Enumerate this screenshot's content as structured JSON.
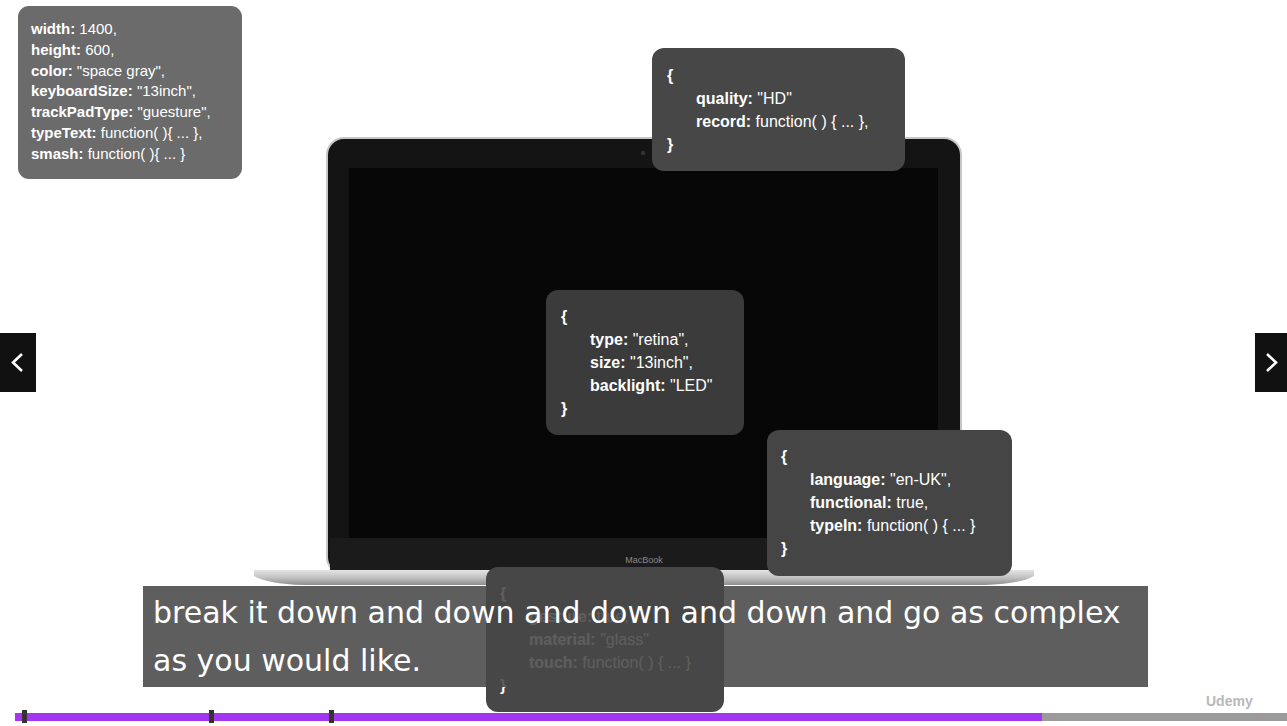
{
  "diagram": {
    "nodes": [
      {
        "text": [
          "width: 1400,",
          "height: 600,",
          "color: \"space gray\",",
          "keyboardSize: \"13inch\",",
          "trackPadType: \"guesture\",",
          "typeText: function( ){ ... },",
          "smash: function( ){ ... }"
        ]
      },
      {
        "text": [
          "{",
          "quality: \"HD\"",
          "record: function( ) { ... },",
          "}"
        ]
      },
      {
        "text": [
          "{",
          "type: \"retina\",",
          "size: \"13inch\",",
          "backlight: \"LED\"",
          "}"
        ]
      },
      {
        "text": [
          "{",
          "language: \"en-UK\",",
          "functional: true,",
          "typeIn: function( ) { ... }",
          "}"
        ]
      },
      {
        "text": [
          "{",
          "gesture: true,",
          "material: \"glass\"",
          "touch: function( ) { ... }",
          "}"
        ]
      },
      {
        "text": [
          "break it down and down and down and down and go as complex as you would like."
        ]
      }
    ],
    "labels": [
      "MacBook",
      "Udemy"
    ]
  }
}
